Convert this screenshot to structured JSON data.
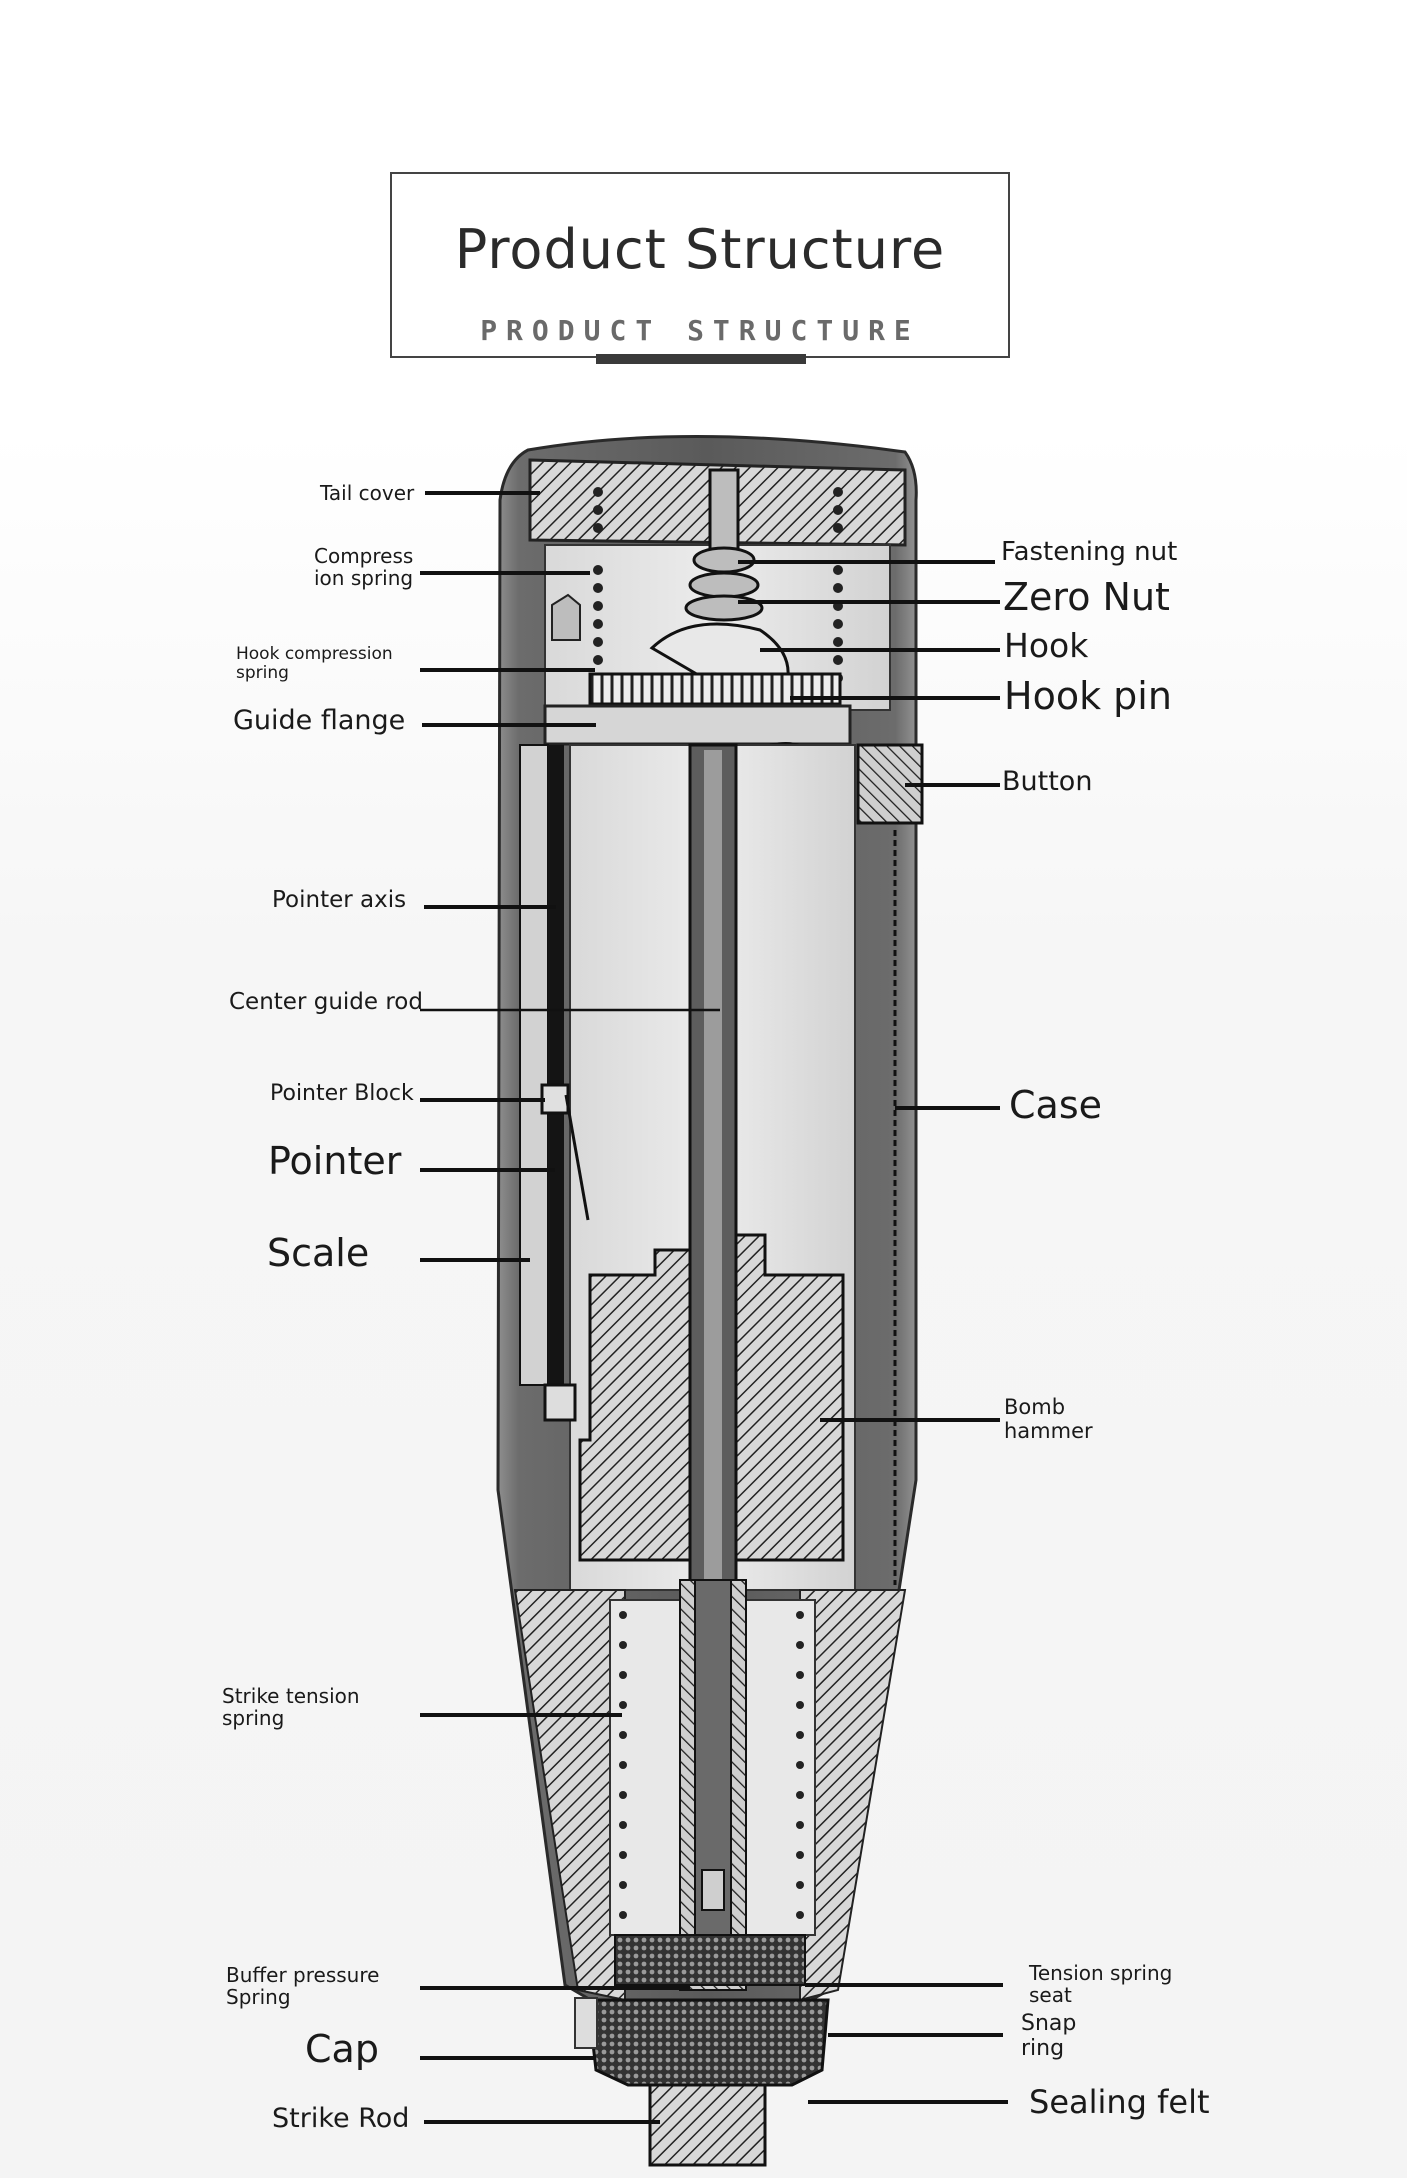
{
  "header": {
    "title": "Product Structure",
    "subtitle": "PRODUCT STRUCTURE"
  },
  "labels": {
    "tail_cover": "Tail cover",
    "compression_spring": "Compress\nion spring",
    "hook_compression_spring": "Hook compression\nspring",
    "guide_flange": "Guide flange",
    "pointer_axis": "Pointer axis",
    "center_guide_rod": "Center guide rod",
    "pointer_block": "Pointer Block",
    "pointer": "Pointer",
    "scale": "Scale",
    "strike_tension_spring": "Strike tension\nspring",
    "buffer_pressure_spring": "Buffer pressure\nSpring",
    "cap": "Cap",
    "strike_rod": "Strike Rod",
    "fastening_nut": "Fastening nut",
    "zero_nut": "Zero Nut",
    "hook": "Hook",
    "hook_pin": "Hook pin",
    "button": "Button",
    "case": "Case",
    "bomb_hammer": "Bomb\nhammer",
    "tension_spring_seat": "Tension spring\nseat",
    "snap_ring": "Snap\nring",
    "sealing_felt": "Sealing felt"
  },
  "colors": {
    "case_dark": "#4a4a4a",
    "interior_light": "#e2e2e2",
    "leader_line": "#111111"
  }
}
